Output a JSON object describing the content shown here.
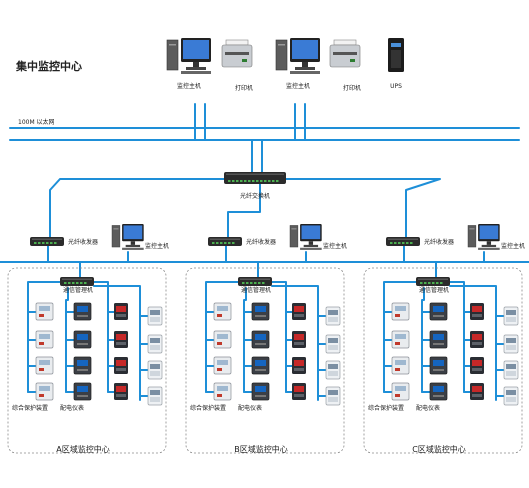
{
  "title": "集中监控中心",
  "network_label": "100M 以太网",
  "top_devices": [
    {
      "type": "pc",
      "label": "监控主机"
    },
    {
      "type": "printer",
      "label": "打印机"
    },
    {
      "type": "pc",
      "label": "监控主机"
    },
    {
      "type": "printer",
      "label": "打印机"
    },
    {
      "type": "ups",
      "label": "UPS"
    }
  ],
  "core_switch_label": "光纤交换机",
  "zones": [
    {
      "name": "A区域监控中心",
      "transceiver_label": "光纤收发器",
      "host_label": "监控主机",
      "manager_label": "通信管理机",
      "protection_label": "综合保护装置",
      "meter_label": "配电仪表"
    },
    {
      "name": "B区域监控中心",
      "transceiver_label": "光纤收发器",
      "host_label": "监控主机",
      "manager_label": "通信管理机",
      "protection_label": "综合保护装置",
      "meter_label": "配电仪表"
    },
    {
      "name": "C区域监控中心",
      "transceiver_label": "光纤收发器",
      "host_label": "监控主机",
      "manager_label": "通信管理机",
      "protection_label": "综合保护装置",
      "meter_label": "配电仪表"
    }
  ],
  "colors": {
    "line": "#1e8fd8",
    "device_dark": "#2b2b2b",
    "screen": "#3a7bd5",
    "zone_border": "#8a8a8a"
  }
}
